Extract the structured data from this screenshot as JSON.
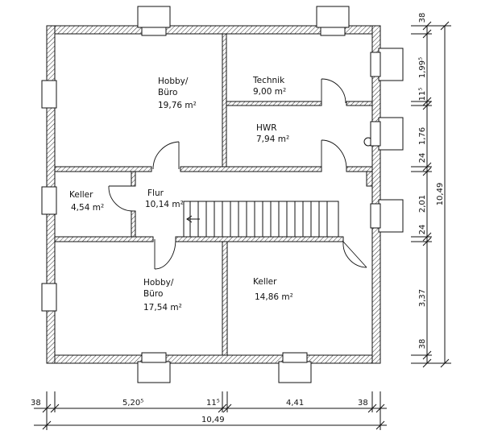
{
  "rooms": [
    {
      "name_lines": [
        "Hobby/",
        "Büro"
      ],
      "area": "19,76 m²"
    },
    {
      "name_lines": [
        "Technik"
      ],
      "area": "9,00 m²"
    },
    {
      "name_lines": [
        "HWR"
      ],
      "area": "7,94 m²"
    },
    {
      "name_lines": [
        "Keller"
      ],
      "area": "4,54 m²"
    },
    {
      "name_lines": [
        "Flur"
      ],
      "area": "10,14 m²"
    },
    {
      "name_lines": [
        "Hobby/",
        "Büro"
      ],
      "area": "17,54 m²"
    },
    {
      "name_lines": [
        "Keller"
      ],
      "area": "14,86 m²"
    }
  ],
  "dimensions": {
    "right_chain": [
      "38",
      "1,99⁵",
      "11⁵",
      "1,76",
      "24",
      "2,01",
      "24",
      "3,37",
      "38"
    ],
    "right_total": "10,49",
    "bottom_chain": [
      "38",
      "5,20⁵",
      "11⁵",
      "4,41",
      "38"
    ],
    "bottom_total": "10,49"
  }
}
